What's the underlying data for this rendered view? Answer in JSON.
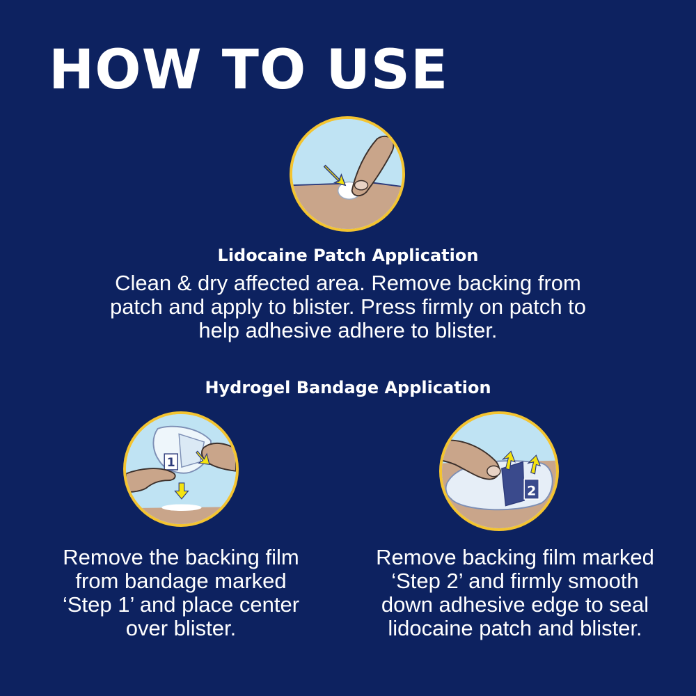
{
  "title": "HOW TO USE",
  "colors": {
    "background": "#0d2260",
    "text": "#ffffff",
    "circle_border": "#f4c430",
    "arrow": "#f4e30f",
    "sky": "#bfe3f3",
    "skin": "#c9a58a",
    "step_label": "#2c3a7a"
  },
  "sections": {
    "lidocaine": {
      "heading": "Lidocaine Patch Application",
      "lines": [
        "Clean & dry affected area. Remove backing from",
        "patch and apply to blister. Press firmly on patch to",
        "help adhesive adhere to blister."
      ]
    },
    "hydrogel": {
      "heading": "Hydrogel Bandage Application"
    },
    "step1": {
      "badge": "1",
      "lines": [
        "Remove the backing film",
        "from bandage marked",
        "‘Step 1’ and place center",
        "over blister."
      ]
    },
    "step2": {
      "badge": "2",
      "lines": [
        "Remove backing film marked",
        "‘Step 2’ and firmly smooth",
        "down adhesive edge to seal",
        "lidocaine patch and blister."
      ]
    }
  }
}
